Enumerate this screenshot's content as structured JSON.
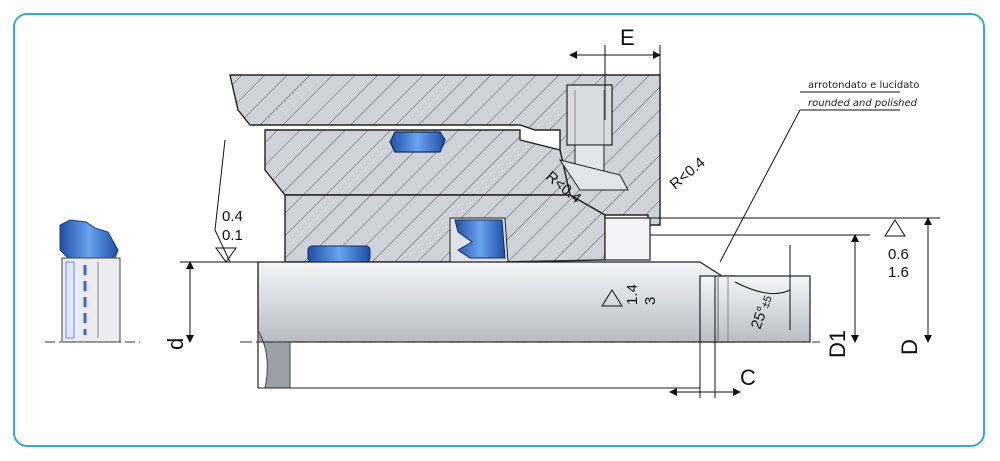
{
  "dimensions": {
    "E": "E",
    "C": "C",
    "d": "d",
    "D1": "D1",
    "D": "D"
  },
  "radius_top_left": "R<0.4",
  "radius_top_right": "R<0.4",
  "roughness_groove": {
    "top": "0.4",
    "bottom": "0.1"
  },
  "roughness_rod": {
    "top": "1.4",
    "bottom": "3"
  },
  "roughness_bore": {
    "top": "0.6",
    "bottom": "1.6"
  },
  "chamfer_angle": {
    "value": "25°",
    "tolerance": "±5"
  },
  "note": {
    "italian": "arrotondato e lucidato",
    "english": "rounded and polished"
  },
  "colors": {
    "frame": "#3ba6d8",
    "seal": "#2f6ec4",
    "metal": "#c9ccd2",
    "hatch": "#555555"
  }
}
